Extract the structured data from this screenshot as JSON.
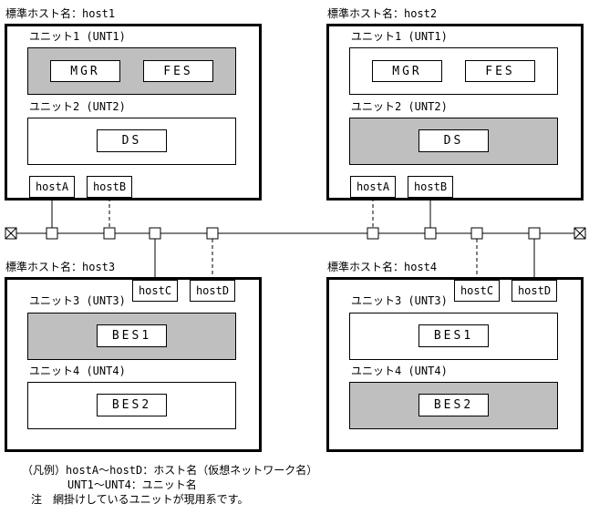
{
  "hosts": {
    "host1": {
      "title": "標準ホスト名：host1",
      "unit1": {
        "label": "ユニット1 (UNT1)",
        "comps": [
          "MGR",
          "FES"
        ]
      },
      "unit2": {
        "label": "ユニット2 (UNT2)",
        "comps": [
          "DS"
        ]
      },
      "nics": [
        "hostA",
        "hostB"
      ]
    },
    "host2": {
      "title": "標準ホスト名：host2",
      "unit1": {
        "label": "ユニット1 (UNT1)",
        "comps": [
          "MGR",
          "FES"
        ]
      },
      "unit2": {
        "label": "ユニット2 (UNT2)",
        "comps": [
          "DS"
        ]
      },
      "nics": [
        "hostA",
        "hostB"
      ]
    },
    "host3": {
      "title": "標準ホスト名：host3",
      "unit3": {
        "label": "ユニット3 (UNT3)",
        "comps": [
          "BES1"
        ]
      },
      "unit4": {
        "label": "ユニット4 (UNT4)",
        "comps": [
          "BES2"
        ]
      },
      "nics": [
        "hostC",
        "hostD"
      ]
    },
    "host4": {
      "title": "標準ホスト名：host4",
      "unit3": {
        "label": "ユニット3 (UNT3)",
        "comps": [
          "BES1"
        ]
      },
      "unit4": {
        "label": "ユニット4 (UNT4)",
        "comps": [
          "BES2"
        ]
      },
      "nics": [
        "hostC",
        "hostD"
      ]
    }
  },
  "legend": {
    "line1": "（凡例）hostA～hostD：ホスト名（仮想ネットワーク名）",
    "line2": "UNT1～UNT4：ユニット名",
    "line3": "注　網掛けしているユニットが現用系です。"
  },
  "colors": {
    "active_unit": "#bfbfbf",
    "line": "#000000"
  }
}
